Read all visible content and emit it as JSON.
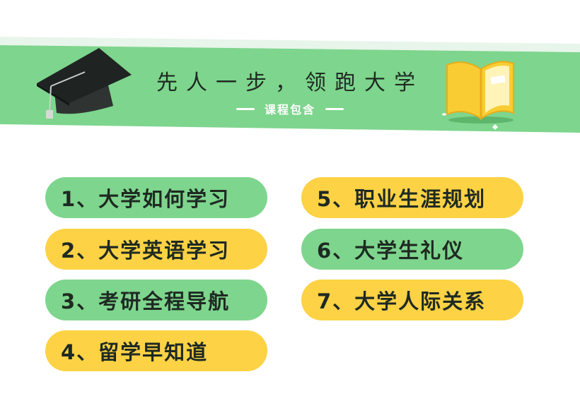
{
  "colors": {
    "banner_green": "#7ed58d",
    "banner_light": "#e7f5ea",
    "pill_green": "#7ed58d",
    "pill_yellow": "#fdd245",
    "text_dark": "#1e2a22"
  },
  "header": {
    "title": "先人一步，领跑大学",
    "subtitle": "课程包含",
    "left_icon": "graduation-cap-icon",
    "right_icon": "open-book-icon"
  },
  "courses": [
    {
      "label": "1、大学如何学习",
      "color": "green"
    },
    {
      "label": "2、大学英语学习",
      "color": "yellow"
    },
    {
      "label": "3、考研全程导航",
      "color": "green"
    },
    {
      "label": "4、留学早知道",
      "color": "yellow"
    },
    {
      "label": "5、职业生涯规划",
      "color": "yellow"
    },
    {
      "label": "6、大学生礼仪",
      "color": "green"
    },
    {
      "label": "7、大学人际关系",
      "color": "yellow"
    }
  ]
}
